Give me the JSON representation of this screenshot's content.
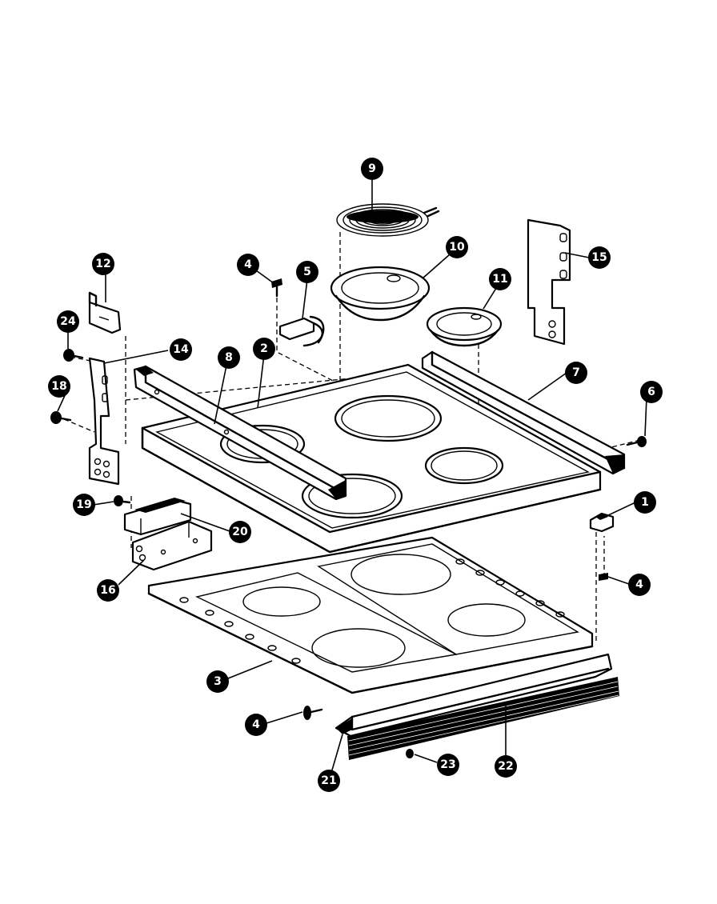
{
  "diagram": {
    "callouts": [
      "1",
      "2",
      "3",
      "4",
      "4",
      "4",
      "5",
      "6",
      "7",
      "8",
      "9",
      "10",
      "11",
      "12",
      "14",
      "15",
      "16",
      "18",
      "19",
      "20",
      "21",
      "22",
      "23",
      "24"
    ]
  }
}
